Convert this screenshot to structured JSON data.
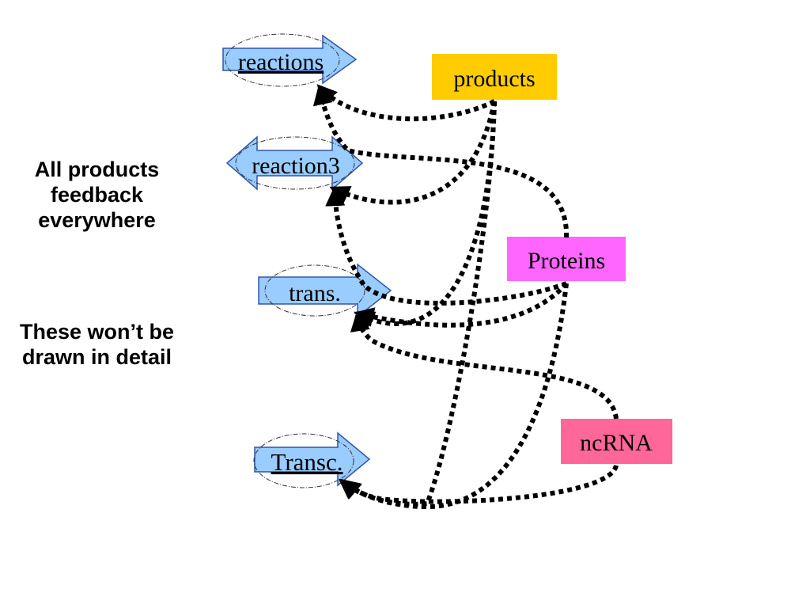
{
  "note": {
    "line1": "All products feedback everywhere",
    "line2": "These won’t be drawn in detail"
  },
  "processes": {
    "reactions": "reactions",
    "reaction3": "reaction3",
    "trans": "trans.",
    "transc": "Transc."
  },
  "nodes": {
    "products": "products",
    "proteins": "Proteins",
    "ncrna": "ncRNA"
  },
  "colors": {
    "arrow_fill": "#99ccff",
    "products_fill": "#ffcc00",
    "proteins_fill": "#ff66ff",
    "ncrna_fill": "#ff6699",
    "feedback_line": "#000000"
  }
}
